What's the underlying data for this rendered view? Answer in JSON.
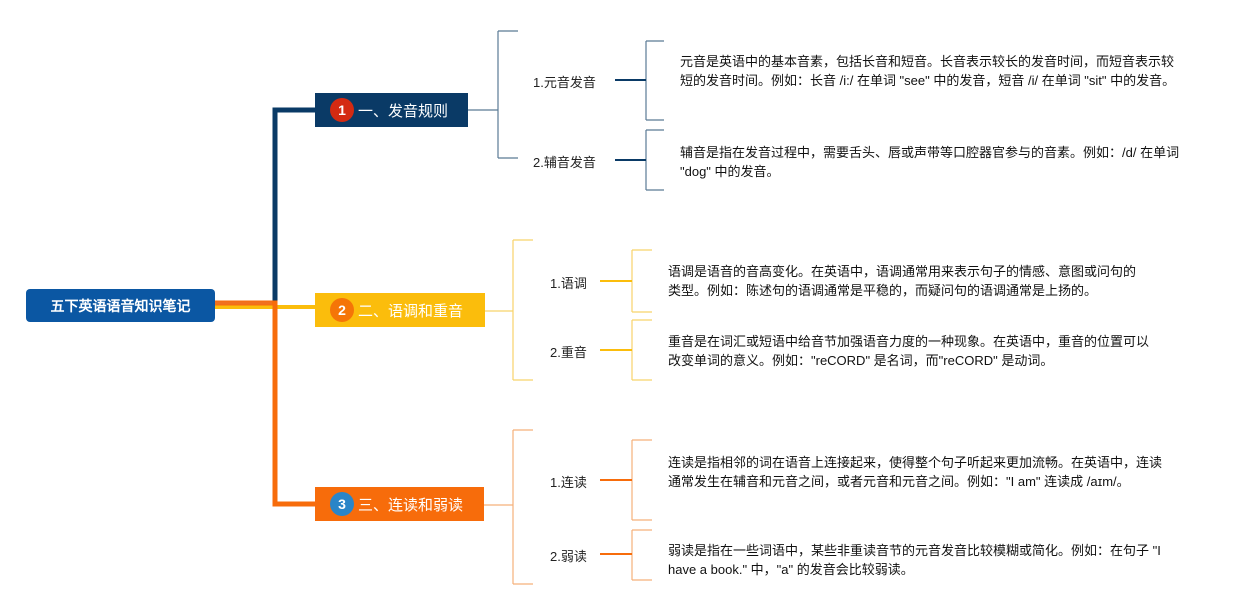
{
  "root": {
    "label": "五下英语语音知识笔记"
  },
  "colors": {
    "root": "#0b57a3",
    "branch1": "#0a3a66",
    "branch2": "#fbbd0c",
    "branch3": "#f76c0b"
  },
  "branches": [
    {
      "num": "1",
      "label": "一、发音规则",
      "subs": [
        {
          "label": "1.元音发音",
          "text": "元音是英语中的基本音素，包括长音和短音。长音表示较长的发音时间，而短音表示较短的发音时间。例如：长音 /i:/ 在单词 \"see\" 中的发音，短音 /i/ 在单词 \"sit\" 中的发音。"
        },
        {
          "label": "2.辅音发音",
          "text": "辅音是指在发音过程中，需要舌头、唇或声带等口腔器官参与的音素。例如：/d/ 在单词 \"dog\" 中的发音。"
        }
      ]
    },
    {
      "num": "2",
      "label": "二、语调和重音",
      "subs": [
        {
          "label": "1.语调",
          "text": "语调是语音的音高变化。在英语中，语调通常用来表示句子的情感、意图或问句的类型。例如：陈述句的语调通常是平稳的，而疑问句的语调通常是上扬的。"
        },
        {
          "label": "2.重音",
          "text": "重音是在词汇或短语中给音节加强语音力度的一种现象。在英语中，重音的位置可以改变单词的意义。例如：\"reCORD\" 是名词，而\"reCORD\" 是动词。"
        }
      ]
    },
    {
      "num": "3",
      "label": "三、连读和弱读",
      "subs": [
        {
          "label": "1.连读",
          "text": "连读是指相邻的词在语音上连接起来，使得整个句子听起来更加流畅。在英语中，连读通常发生在辅音和元音之间，或者元音和元音之间。例如：\"I am\" 连读成 /aɪm/。"
        },
        {
          "label": "2.弱读",
          "text": "弱读是指在一些词语中，某些非重读音节的元音发音比较模糊或简化。例如：在句子 \"I have a book.\" 中，\"a\" 的发音会比较弱读。"
        }
      ]
    }
  ]
}
